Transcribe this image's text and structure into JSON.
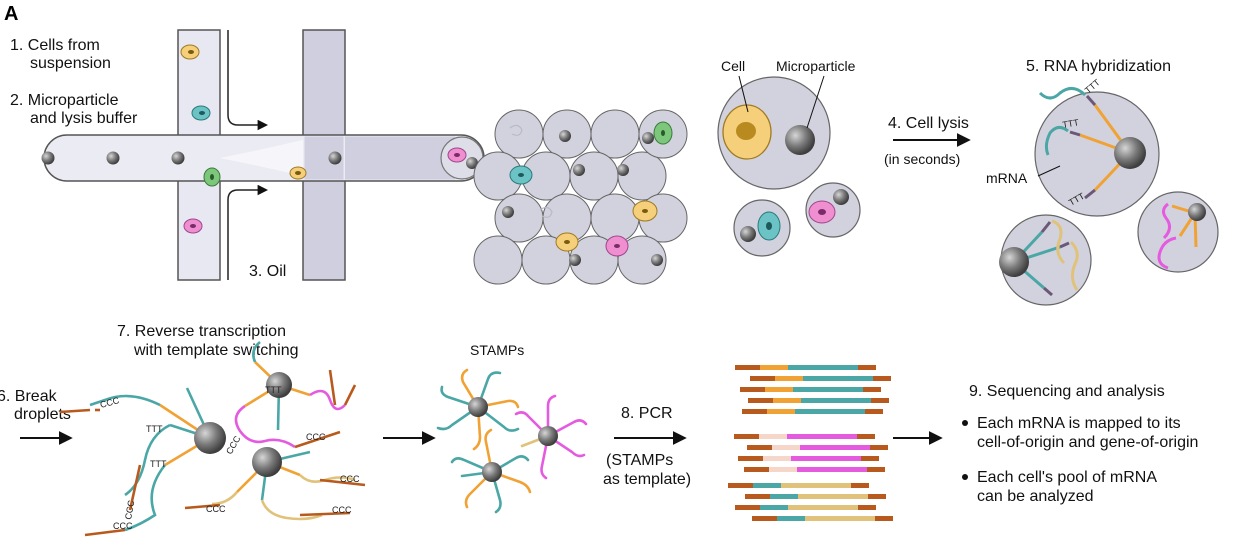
{
  "panel_label": "A",
  "steps": {
    "s1": [
      "1. Cells from",
      "suspension"
    ],
    "s2": [
      "2. Microparticle",
      "and lysis buffer"
    ],
    "s3": "3. Oil",
    "s4": [
      "4. Cell lysis",
      "(in seconds)"
    ],
    "s5": "5. RNA hybridization",
    "s6": [
      "6. Break",
      "droplets"
    ],
    "s7": [
      "7. Reverse transcription",
      "with template switching"
    ],
    "s8": [
      "8. PCR",
      "(STAMPs",
      "as template)"
    ],
    "s9": "9. Sequencing and analysis"
  },
  "labels": {
    "cell": "Cell",
    "microparticle": "Microparticle",
    "mrna": "mRNA",
    "stamps": "STAMPs",
    "ccc": "CCC",
    "ttt": "TTT"
  },
  "bullets": [
    [
      "Each mRNA is mapped to its",
      "cell-of-origin and gene-of-origin"
    ],
    [
      "Each cell's pool of mRNA",
      "can be analyzed"
    ]
  ],
  "colors": {
    "channel": "#e6e6ef",
    "channel_dark": "#c8c8d8",
    "droplet": "#d4d4df",
    "bead": "#6e6e6e",
    "cell_yellow": "#f5cf7a",
    "cell_teal": "#6cc3c5",
    "cell_green": "#7cc77c",
    "cell_pink": "#ef8fd0",
    "strand_teal": "#4aa7a6",
    "strand_orange": "#f0a234",
    "strand_magenta": "#e55be0",
    "strand_tan": "#e0c27a",
    "strand_brown": "#b85a1e",
    "linker": "#6b5878"
  }
}
